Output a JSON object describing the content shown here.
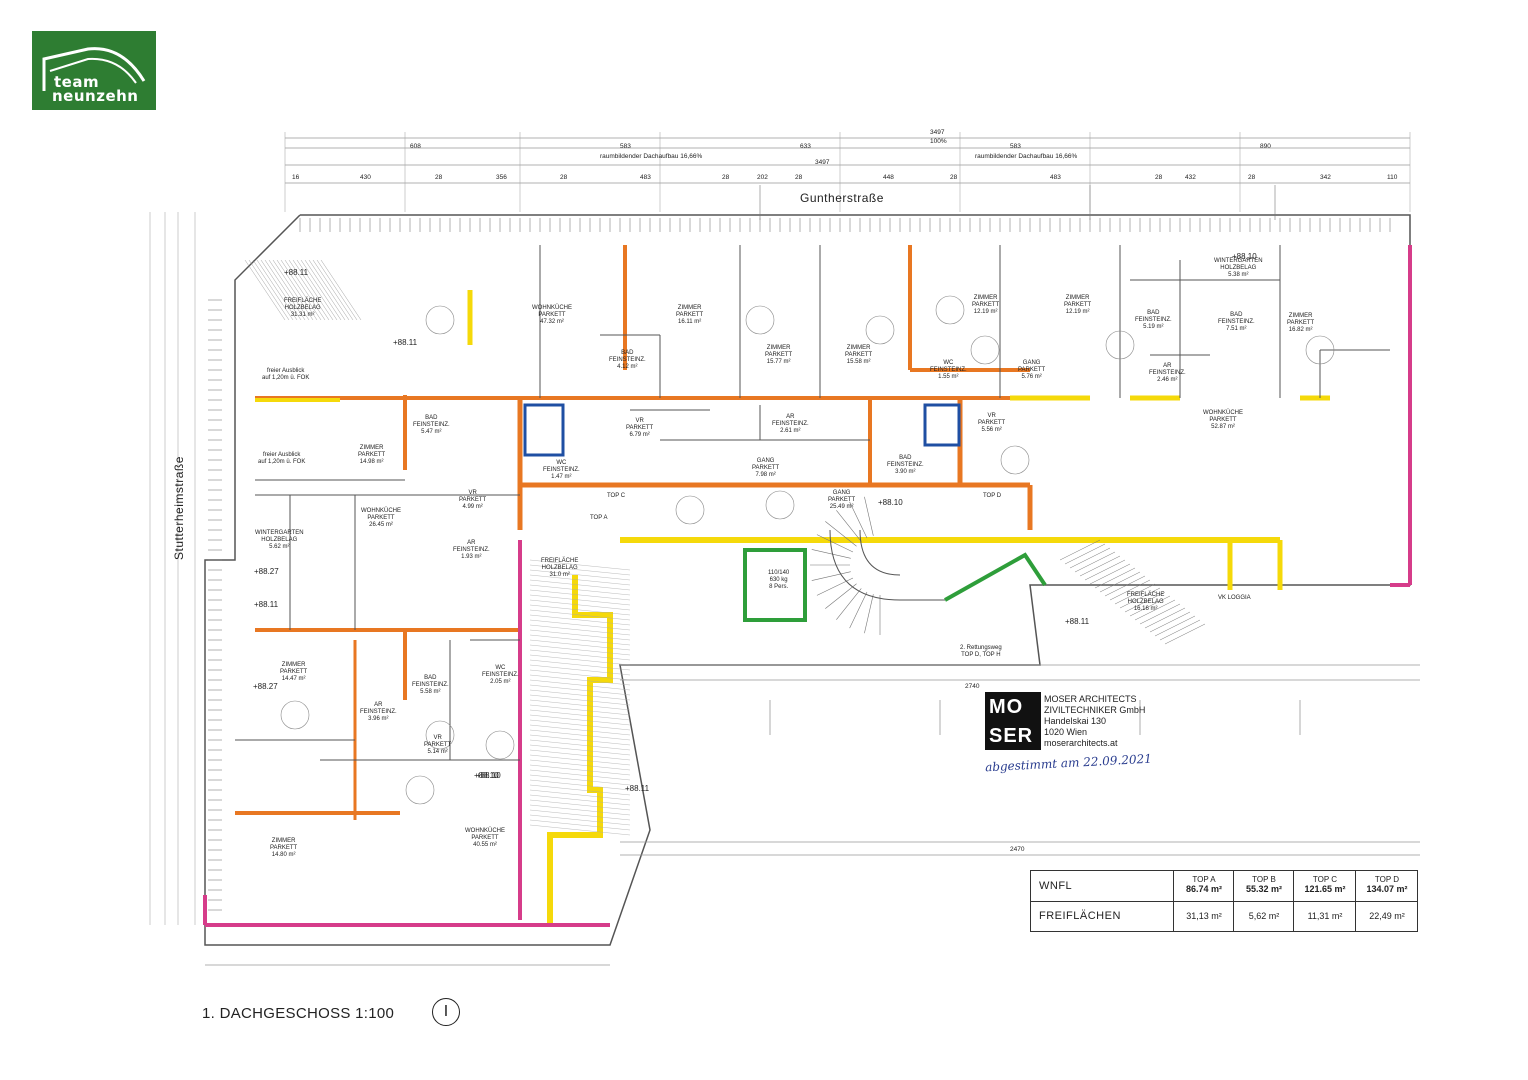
{
  "logo": {
    "line1": "team",
    "line2": "neunzehn",
    "color": "#2e7d32"
  },
  "sheet_title": "1. DACHGESCHOSS 1:100",
  "north_symbol": "I",
  "streets": {
    "top": "Guntherstraße",
    "left": "Stutterheimstraße"
  },
  "top_dimensions": {
    "total": "3497",
    "percent": "100%",
    "row1": [
      "608",
      "583",
      "633",
      "583",
      "890"
    ],
    "row1_note": "raumbildender Dachaufbau 16,66%",
    "row2": [
      "16",
      "430",
      "28",
      "356",
      "28",
      "483",
      "28",
      "202",
      "28",
      "448",
      "28",
      "483",
      "28",
      "432",
      "28",
      "342",
      "110"
    ]
  },
  "rooms": [
    {
      "name": "WOHNKÜCHE\nPARKETT",
      "area": "47.32 m²"
    },
    {
      "name": "ZIMMER\nPARKETT",
      "area": "16.11 m²"
    },
    {
      "name": "ZIMMER\nPARKETT",
      "area": "15.77 m²"
    },
    {
      "name": "ZIMMER\nPARKETT",
      "area": "15.58 m²"
    },
    {
      "name": "ZIMMER\nPARKETT",
      "area": "12.19 m²"
    },
    {
      "name": "ZIMMER\nPARKETT",
      "area": "12.19 m²"
    },
    {
      "name": "WINTERGARTEN\nHOLZBELAG",
      "area": "5.38 m²"
    },
    {
      "name": "ZIMMER\nPARKETT",
      "area": "16.82 m²"
    },
    {
      "name": "FREIFLÄCHE\nHOLZBELAG",
      "area": "31.31 m²"
    },
    {
      "name": "BAD\nFEINSTEINZ.",
      "area": "4.12 m²"
    },
    {
      "name": "BAD\nFEINSTEINZ.",
      "area": "5.19 m²"
    },
    {
      "name": "BAD\nFEINSTEINZ.",
      "area": "7.51 m²"
    },
    {
      "name": "WC\nFEINSTEINZ.",
      "area": "1.55 m²"
    },
    {
      "name": "GANG\nPARKETT",
      "area": "5.76 m²"
    },
    {
      "name": "AR\nFEINSTEINZ.",
      "area": "2.46 m²"
    },
    {
      "name": "WOHNKÜCHE\nPARKETT",
      "area": "52.87 m²"
    },
    {
      "name": "ZIMMER\nPARKETT",
      "area": "14.98 m²"
    },
    {
      "name": "BAD\nFEINSTEINZ.",
      "area": "5.47 m²"
    },
    {
      "name": "VR\nPARKETT",
      "area": "6.79 m²"
    },
    {
      "name": "AR\nFEINSTEINZ.",
      "area": "2.61 m²"
    },
    {
      "name": "VR\nPARKETT",
      "area": "5.56 m²"
    },
    {
      "name": "WC\nFEINSTEINZ.",
      "area": "1.47 m²"
    },
    {
      "name": "GANG\nPARKETT",
      "area": "7.98 m²"
    },
    {
      "name": "BAD\nFEINSTEINZ.",
      "area": "3.90 m²"
    },
    {
      "name": "VR\nPARKETT",
      "area": "4.99 m²"
    },
    {
      "name": "WINTERGARTEN\nHOLZBELAG",
      "area": "5.62 m²"
    },
    {
      "name": "WOHNKÜCHE\nPARKETT",
      "area": "26.45 m²"
    },
    {
      "name": "AR\nFEINSTEINZ.",
      "area": "1.93 m²"
    },
    {
      "name": "GANG\nPARKETT",
      "area": "25.49 m²"
    },
    {
      "name": "FREIFLÄCHE\nHOLZBELAG",
      "area": "31.0 m²"
    },
    {
      "name": "FREIFLÄCHE\nHOLZBELAG",
      "area": "16.16 m²"
    },
    {
      "name": "ZIMMER\nPARKETT",
      "area": "14.47 m²"
    },
    {
      "name": "BAD\nFEINSTEINZ.",
      "area": "5.58 m²"
    },
    {
      "name": "WC\nFEINSTEINZ.",
      "area": "2.05 m²"
    },
    {
      "name": "AR\nFEINSTEINZ.",
      "area": "3.96 m²"
    },
    {
      "name": "VR\nPARKETT",
      "area": "5.14 m²"
    },
    {
      "name": "ZIMMER\nPARKETT",
      "area": "14.80 m²"
    },
    {
      "name": "WOHNKÜCHE\nPARKETT",
      "area": "40.55 m²"
    }
  ],
  "elevations": [
    "+88.11",
    "+88.10",
    "+88.11",
    "+88.10",
    "+88.10",
    "+88.27",
    "+88.11",
    "+88.27",
    "+88.10",
    "+88.11",
    "+88.11"
  ],
  "notes": {
    "view1": "freier Ausblick\nauf 1,20m ü. FOK",
    "view2": "freier Ausblick\nauf 1,20m ü. FOK",
    "top_c": "TOP C",
    "top_a": "TOP A",
    "top_d": "TOP D",
    "loggia": "VK LOGGIA",
    "rettungsweg": "2. Rettungsweg\nTOP D, TOP H",
    "lift": "110/140\n630 kg\n8 Pers.",
    "dim_2740": "2740",
    "dim_2470": "2470"
  },
  "areas_table": {
    "headers": [
      {
        "top": "TOP A",
        "area": "86.74 m²"
      },
      {
        "top": "TOP B",
        "area": "55.32 m²"
      },
      {
        "top": "TOP C",
        "area": "121.65 m²"
      },
      {
        "top": "TOP D",
        "area": "134.07 m²"
      }
    ],
    "row1_label": "WNFL",
    "row2_label": "FREIFLÄCHEN",
    "freiflaechen": [
      "31,13 m²",
      "5,62 m²",
      "11,31 m²",
      "22,49 m²"
    ]
  },
  "architect": {
    "logo_a": "MO",
    "logo_b": "SER",
    "name": "MOSER ARCHITECTS",
    "company": "ZIVILTECHNIKER GmbH",
    "street": "Handelskai 130",
    "city": "1020 Wien",
    "web": "moserarchitects.at",
    "signature": "abgestimmt am 22.09.2021"
  },
  "colors": {
    "wall": "#e87722",
    "yellow": "#f5d90a",
    "magenta": "#d63c8a",
    "green": "#2e9e3a",
    "blue": "#1f4fa3",
    "line": "#444444"
  }
}
